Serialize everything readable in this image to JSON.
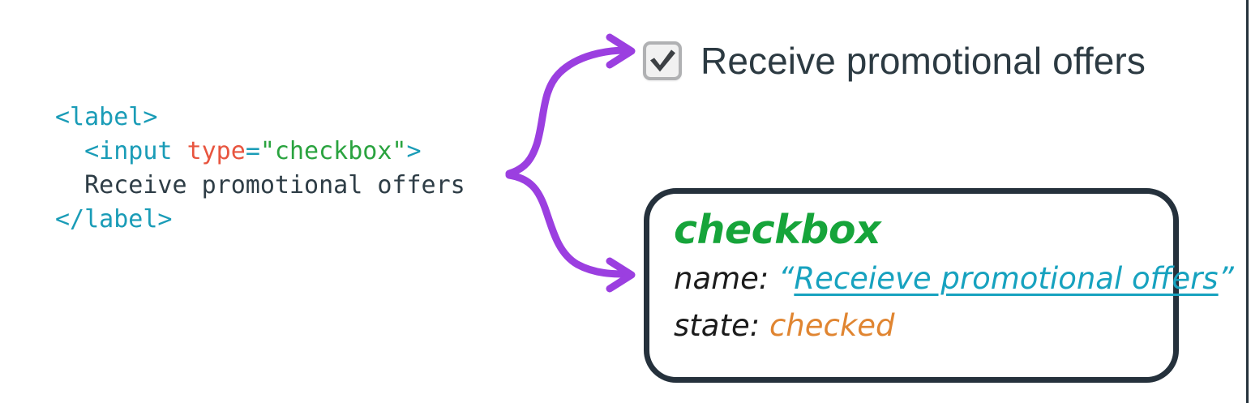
{
  "page": {
    "background": "#ffffff",
    "edge_color": "#26333d"
  },
  "code_snippet": {
    "name": "html-label-checkbox-snippet",
    "language": "html",
    "lines": [
      {
        "indent": 0,
        "tokens": [
          {
            "type": "tag",
            "text": "<label>"
          }
        ]
      },
      {
        "indent": 1,
        "tokens": [
          {
            "type": "tag",
            "text": "<input "
          },
          {
            "type": "attr",
            "text": "type"
          },
          {
            "type": "eq",
            "text": "="
          },
          {
            "type": "str",
            "text": "\"checkbox\""
          },
          {
            "type": "tag",
            "text": ">"
          }
        ]
      },
      {
        "indent": 1,
        "tokens": [
          {
            "type": "text",
            "text": "Receive promotional offers"
          }
        ]
      },
      {
        "indent": 0,
        "tokens": [
          {
            "type": "tag",
            "text": "</label>"
          }
        ]
      }
    ],
    "colors": {
      "tag": "#1a9cb7",
      "attr": "#e8553f",
      "eq": "#1a9cb7",
      "str": "#2aa33f",
      "text": "#2e3d46"
    }
  },
  "rendered_widget": {
    "checkbox": {
      "icon": "checkmark-icon",
      "checked": true,
      "border_color": "#b0b1b3",
      "fill_color": "#f1f1f1",
      "check_color": "#3c4044"
    },
    "label": "Receive promotional offers",
    "label_color": "#2c3a42"
  },
  "arrows": [
    {
      "name": "arrow-to-checkbox",
      "color": "#9b3fe0",
      "from": "code-snippet",
      "to": "rendered-checkbox"
    },
    {
      "name": "arrow-to-annotation",
      "color": "#9b3fe0",
      "from": "code-snippet",
      "to": "accessibility-card"
    }
  ],
  "annotation_card": {
    "role": "checkbox",
    "role_color": "#16a43a",
    "properties": [
      {
        "key": "name:",
        "open_quote": "“",
        "value": "Receieve promotional offers",
        "close_quote": "”",
        "value_color": "#17a2bf",
        "underlined": true
      },
      {
        "key": "state:",
        "value": "checked",
        "value_color": "#e08531",
        "underlined": false
      }
    ],
    "border_color": "#25313c"
  }
}
